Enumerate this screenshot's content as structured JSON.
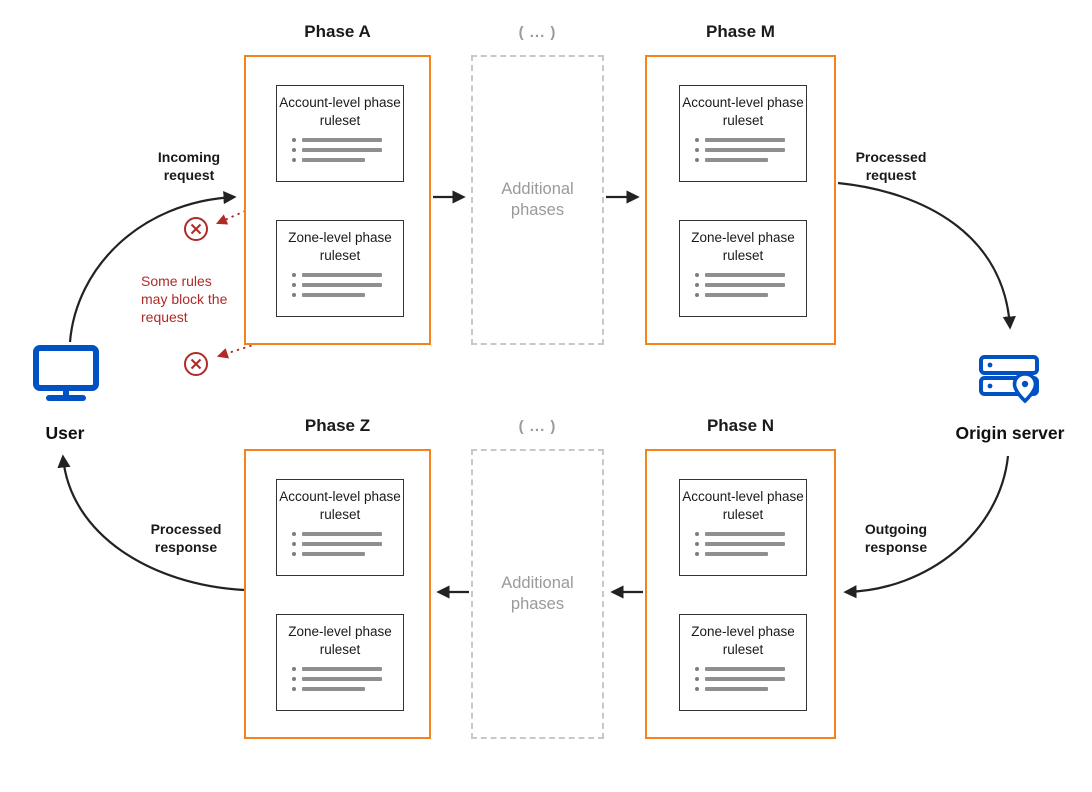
{
  "colors": {
    "orange": "#f6821f",
    "blue": "#0051c3",
    "red": "#b02a27",
    "gray_text": "#9a9a9a",
    "arrow": "#222222"
  },
  "endpoints": {
    "user": {
      "label": "User",
      "icon": "monitor-icon"
    },
    "origin": {
      "label": "Origin server",
      "icon": "server-location-pin-icon"
    }
  },
  "phases": [
    {
      "title": "Phase A",
      "rulesets": [
        "Account-level phase ruleset",
        "Zone-level phase ruleset"
      ]
    },
    {
      "title": "Phase M",
      "rulesets": [
        "Account-level phase ruleset",
        "Zone-level phase ruleset"
      ]
    },
    {
      "title": "Phase Z",
      "rulesets": [
        "Account-level phase ruleset",
        "Zone-level phase ruleset"
      ]
    },
    {
      "title": "Phase N",
      "rulesets": [
        "Account-level phase ruleset",
        "Zone-level phase ruleset"
      ]
    }
  ],
  "additional_phases": {
    "ellipsis": "( ... )",
    "label": "Additional phases"
  },
  "flow_labels": {
    "incoming_request": "Incoming request",
    "processed_request": "Processed request",
    "outgoing_response": "Outgoing response",
    "processed_response": "Processed response"
  },
  "block_note": "Some rules may block the request"
}
